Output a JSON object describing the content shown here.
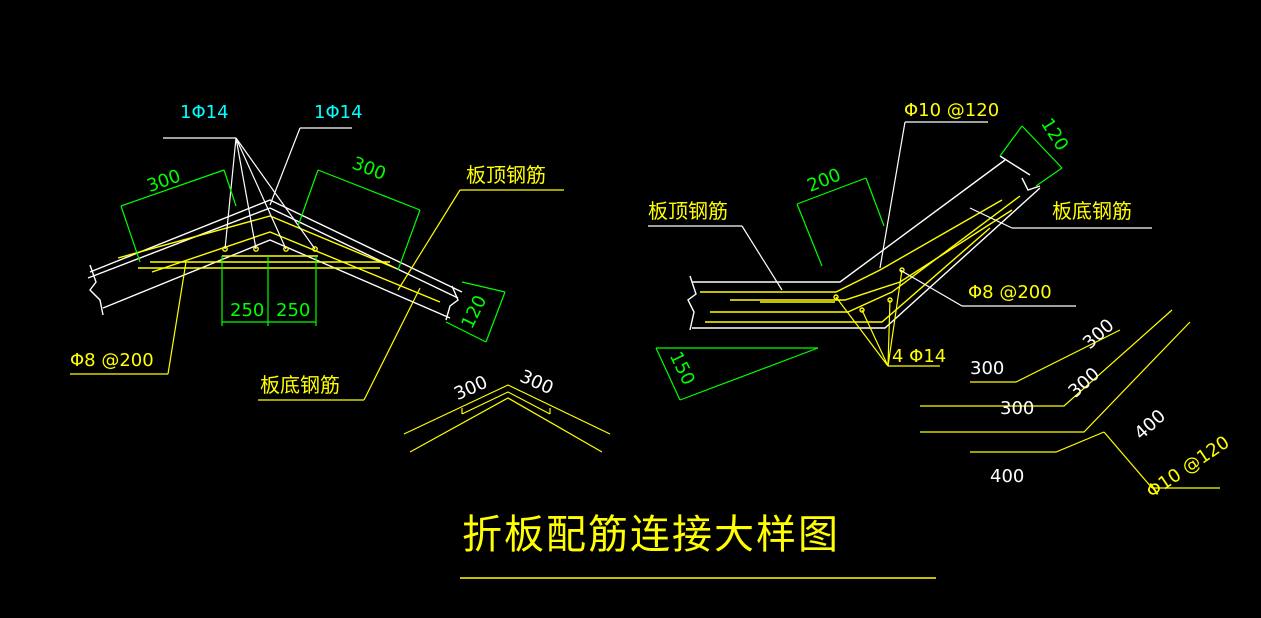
{
  "title": "折板配筋连接大样图",
  "colors": {
    "background": "#000000",
    "outline": "#ffffff",
    "rebar": "#ffff00",
    "dimension": "#00ff00",
    "marker_text": "#00ffff",
    "leader": "#ffffff"
  },
  "left_detail": {
    "rebar_marks": [
      "1Φ14",
      "1Φ14"
    ],
    "dims": {
      "left_lap": "300",
      "right_lap": "300",
      "span_a": "250",
      "span_b": "250",
      "thickness": "120"
    },
    "labels": {
      "top_rebar": "板顶钢筋",
      "bottom_rebar": "板底钢筋",
      "stirrup": "Φ8 @200"
    }
  },
  "left_small": {
    "dim_a": "300",
    "dim_b": "300"
  },
  "right_detail": {
    "labels": {
      "bar_top": "Φ10 @120",
      "top_rebar": "板顶钢筋",
      "bottom_rebar": "板底钢筋",
      "stirrup": "Φ8 @200",
      "bars": "4 Φ14"
    },
    "dims": {
      "lap": "200",
      "thickness_top": "120",
      "thickness_bottom": "150"
    }
  },
  "right_small": {
    "dims": [
      "300",
      "300",
      "300",
      "300",
      "400",
      "400"
    ],
    "label": "Φ10 @120"
  }
}
